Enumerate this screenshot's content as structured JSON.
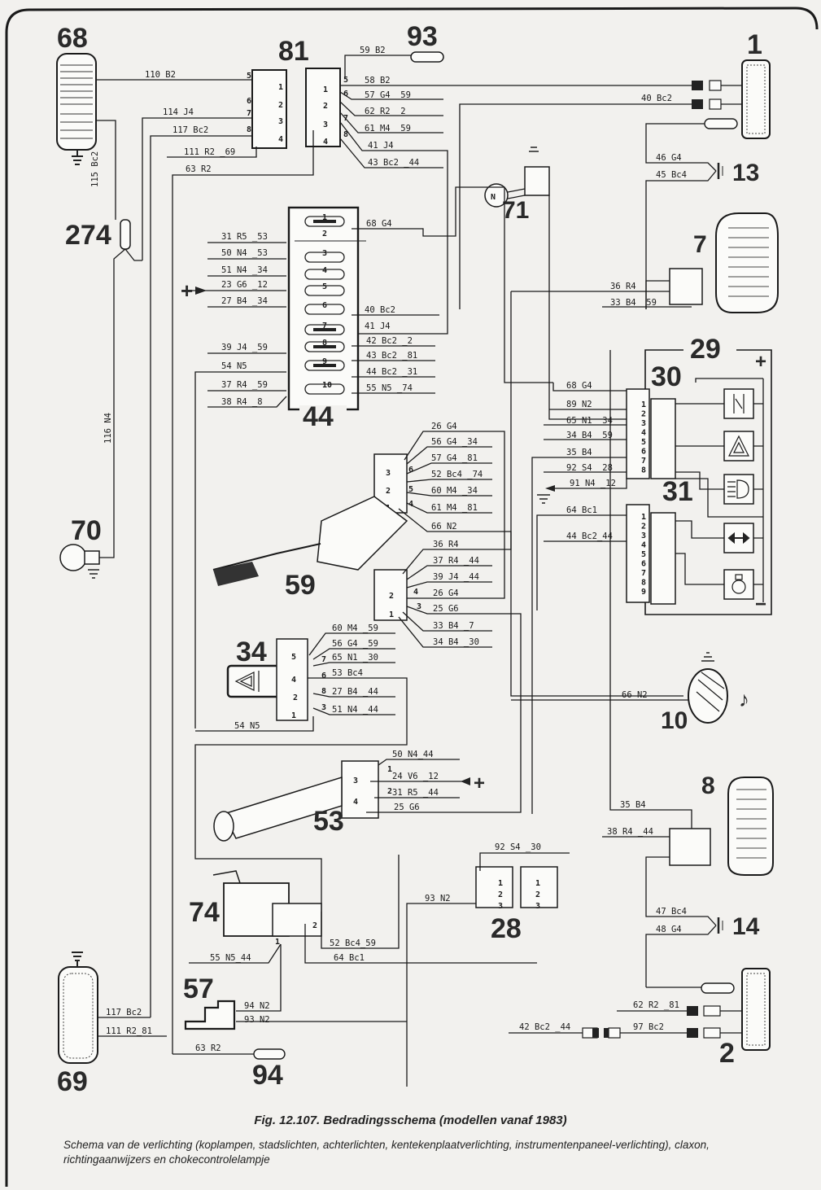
{
  "figure": {
    "caption": "Fig. 12.107.  Bedradingsschema (modellen vanaf 1983)",
    "description": "Schema van de verlichting (koplampen, stadslichten, achterlichten, kentekenplaatverlichting, instrumentenpaneel-verlichting), claxon, richtingaanwijzers en chokecontrolelampje"
  },
  "components": {
    "c68": "68",
    "c81": "81",
    "c93": "93",
    "c1": "1",
    "c13": "13",
    "c274": "274",
    "c71": "71",
    "c7": "7",
    "c44": "44",
    "c29": "29",
    "c30": "30",
    "c31": "31",
    "c70": "70",
    "c59": "59",
    "c34": "34",
    "c10": "10",
    "c53": "53",
    "c8": "8",
    "c74": "74",
    "c28": "28",
    "c14": "14",
    "c57": "57",
    "c69": "69",
    "c94": "94",
    "c2": "2"
  },
  "wires": {
    "w110": "110 B2",
    "w114": "114 J4",
    "w117": "117 Bc2",
    "w111": "111 R2 _69",
    "w63": "63 R2",
    "w115": "115 Bc2",
    "w116": "116 N4",
    "w59": "59 B2",
    "w58": "58 B2",
    "w57": "57 G4 _59",
    "w62": "62 R2 _2",
    "w61": "61 M4 _59",
    "w41": "41 J4",
    "w43": "43 Bc2 _44",
    "w40": "40 Bc2",
    "w46": "46 G4",
    "w45": "45 Bc4",
    "w68": "68 G4",
    "f31": "31 R5 _53",
    "f50": "50 N4 _53",
    "f51": "51 N4 _34",
    "f23": "23 G6 _12",
    "f27": "27 B4 _34",
    "f39": "39 J4 _59",
    "f54": "54 N5",
    "f37": "37 R4 _59",
    "f38": "38 R4 _8",
    "f40": "40 Bc2",
    "f41": "41 J4",
    "f42": "42 Bc2 _2",
    "f43": "43 Bc2 _81",
    "f44": "44 Bc2 _31",
    "f55": "55 N5 _74",
    "h36": "36 R4",
    "h33": "33 B4 _59",
    "i68": "68 G4",
    "i89": "89 N2",
    "i65": "65 N1 _34",
    "i34": "34 B4 _59",
    "i35": "35 B4",
    "i92": "92 S4 _28",
    "i91": "91 N4 _12",
    "i64": "64 Bc1",
    "i44": "44 Bc2_44",
    "s26": "26 G4",
    "s56": "56 G4 _34",
    "s57": "57 G4 _81",
    "s52": "52 Bc4 _74",
    "s60": "60 M4 _34",
    "s61": "61 M4 _81",
    "s66": "66 N2",
    "t36": "36 R4",
    "t37": "37 R4 _44",
    "t39": "39 J4 _44",
    "t26": "26 G4",
    "t25": "25 G6",
    "t33": "33 B4 _7",
    "t34": "34 B4 _30",
    "z60": "60 M4 _59",
    "z56": "56 G4 _59",
    "z65": "65 N1 _30",
    "z53": "53 Bc4",
    "z27": "27 B4 _44",
    "z51": "51 N4 _44",
    "z54": "54 N5",
    "k50": "50 N4_44",
    "k24": "24 V6 _12",
    "k31": "31 R5 _44",
    "k25": "25 G6",
    "horn66": "66 N2",
    "r35": "35 B4",
    "r38": "38 R4 _44",
    "r47": "47 Bc4",
    "r48": "48 G4",
    "m92": "92 S4 _30",
    "m93": "93 N2",
    "l52": "52 Bc4_59",
    "l64": "64 Bc1",
    "l55": "55 N5_44",
    "l94": "94 N2",
    "l93": "93 N2",
    "b117": "117 Bc2",
    "b111": "111 R2_81",
    "b63": "63 R2",
    "p62": "62 R2 _81",
    "p97": "97 Bc2",
    "p42": "42 Bc2 _44"
  },
  "fuses": [
    "1",
    "2",
    "3",
    "4",
    "5",
    "6",
    "7",
    "8",
    "9",
    "10"
  ],
  "symbols": {
    "plus": "+",
    "minus": "−",
    "music-note": "♪"
  }
}
